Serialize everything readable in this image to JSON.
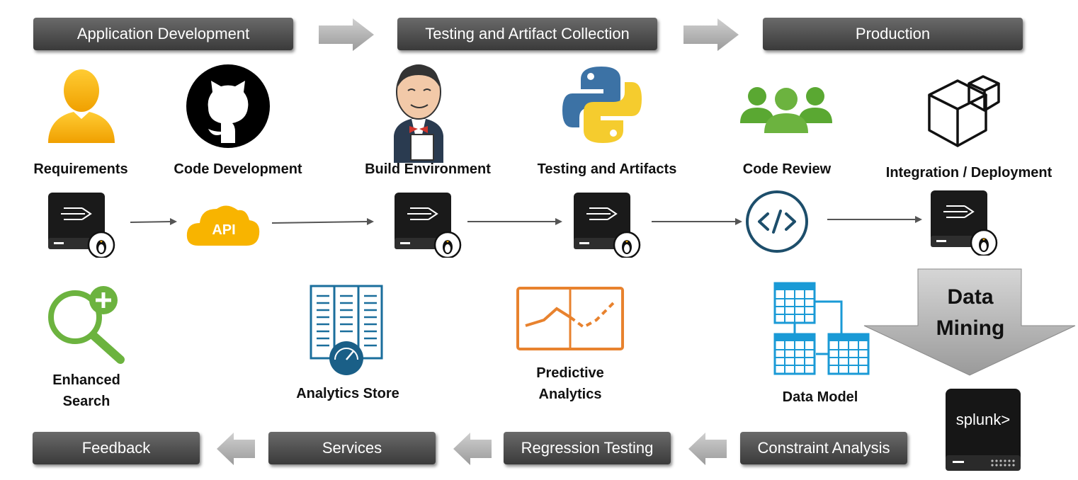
{
  "stages": {
    "app_dev": "Application Development",
    "testing": "Testing and Artifact Collection",
    "production": "Production"
  },
  "pipeline": {
    "requirements": "Requirements",
    "code_development": "Code Development",
    "build_environment": "Build Environment",
    "testing_artifacts": "Testing and Artifacts",
    "code_review": "Code Review",
    "integration_deployment": "Integration / Deployment",
    "api_text": "API"
  },
  "data_mining": {
    "line1": "Data",
    "line2": "Mining"
  },
  "analytics": {
    "enhanced_l1": "Enhanced",
    "enhanced_l2": "Search",
    "analytics_store": "Analytics Store",
    "predictive_l1": "Predictive",
    "predictive_l2": "Analytics",
    "data_model": "Data Model"
  },
  "feedback_row": {
    "feedback": "Feedback",
    "services": "Services",
    "regression": "Regression Testing",
    "constraint": "Constraint Analysis"
  },
  "splunk": {
    "label": "splunk>"
  },
  "colors": {
    "stage_dark": "#3a3a3a",
    "orange": "#f5a800",
    "green": "#6cb33f",
    "blue": "#1a9ad6",
    "navy": "#1d4e6b",
    "analytics_orange": "#e8822e"
  }
}
